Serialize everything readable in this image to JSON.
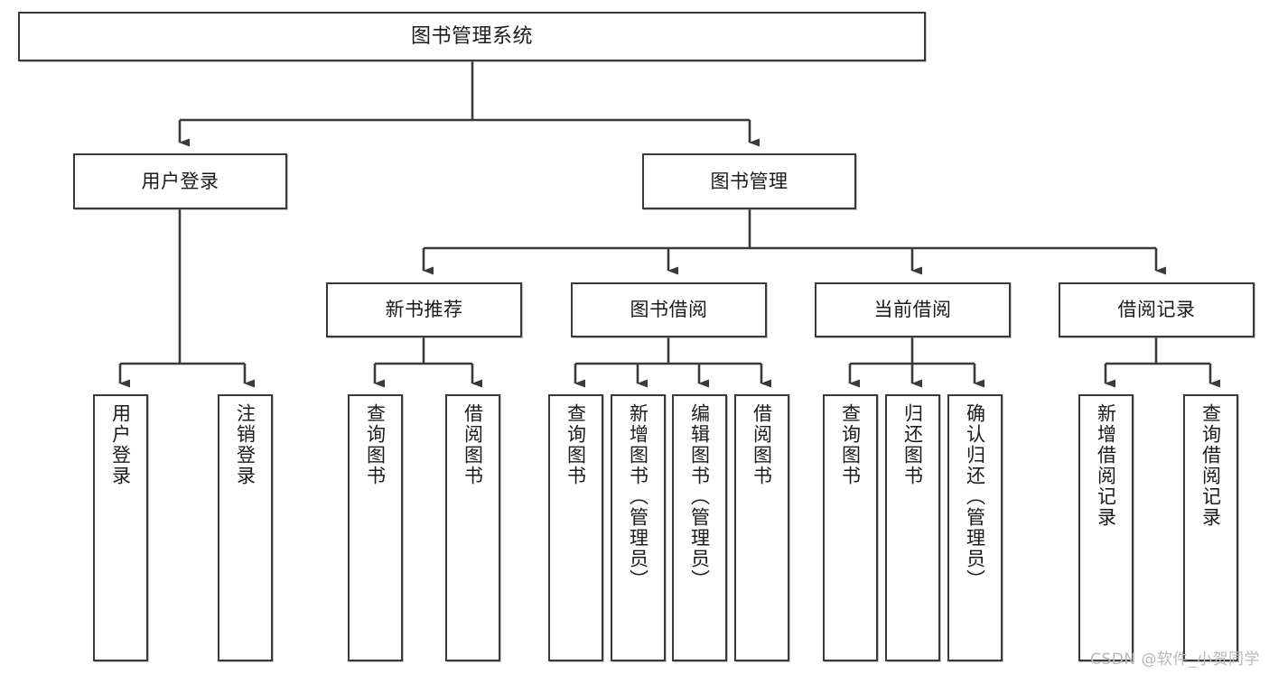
{
  "diagram": {
    "title": "图书管理系统",
    "type": "tree",
    "watermark": "CSDN @软件_小贺同学",
    "levels": {
      "root": {
        "label": "图书管理系统"
      },
      "level2": [
        {
          "label": "用户登录"
        },
        {
          "label": "图书管理"
        }
      ],
      "level3": [
        {
          "label": "新书推荐"
        },
        {
          "label": "图书借阅"
        },
        {
          "label": "当前借阅"
        },
        {
          "label": "借阅记录"
        }
      ],
      "leaves": {
        "user_login": [
          {
            "label": "用户登录"
          },
          {
            "label": "注销登录"
          }
        ],
        "new_book_recommend": [
          {
            "label": "查询图书"
          },
          {
            "label": "借阅图书"
          }
        ],
        "book_borrow": [
          {
            "label": "查询图书"
          },
          {
            "label": "新增图书（管理员）"
          },
          {
            "label": "编辑图书（管理员）"
          },
          {
            "label": "借阅图书"
          }
        ],
        "current_borrow": [
          {
            "label": "查询图书"
          },
          {
            "label": "归还图书"
          },
          {
            "label": "确认归还（管理员）"
          }
        ],
        "borrow_record": [
          {
            "label": "新增借阅记录"
          },
          {
            "label": "查询借阅记录"
          }
        ]
      }
    },
    "colors": {
      "stroke": "#3a3a3a",
      "fill": "#ffffff",
      "text": "#1b1b1b",
      "watermark": "#b9b9b9"
    }
  }
}
